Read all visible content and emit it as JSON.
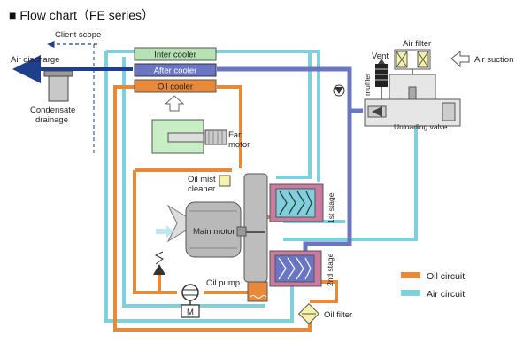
{
  "title": "■ Flow chart（FE series）",
  "labels": {
    "client_scope": "Client scope",
    "air_discharge": "Air discharge",
    "condensate_drainage_line1": "Condensate",
    "condensate_drainage_line2": "drainage",
    "inter_cooler": "Inter cooler",
    "after_cooler": "After cooler",
    "oil_cooler": "Oil cooler",
    "fan_motor_line1": "Fan",
    "fan_motor_line2": "motor",
    "oil_mist_cleaner_line1": "Oil mist",
    "oil_mist_cleaner_line2": "cleaner",
    "main_motor": "Main motor",
    "oil_pump": "Oil pump",
    "motor_m": "M",
    "first_stage": "1st stage",
    "second_stage": "2nd stage",
    "vent": "Vent",
    "muffler": "muffler",
    "air_filter": "Air filter",
    "air_suction": "Air suction",
    "unloading_valve": "Unloading valve",
    "oil_filter": "Oil filter"
  },
  "legend": {
    "oil_circuit": "Oil circuit",
    "air_circuit": "Air circuit"
  },
  "colors": {
    "oil": "#e8893a",
    "air": "#7fd0dc",
    "discharge": "#6a76c4",
    "discharge_dark": "#1e3f8c",
    "cooler_green": "#b6e2b4",
    "motor_gray": "#b9b9b9",
    "unit_green": "#c7eec5"
  }
}
